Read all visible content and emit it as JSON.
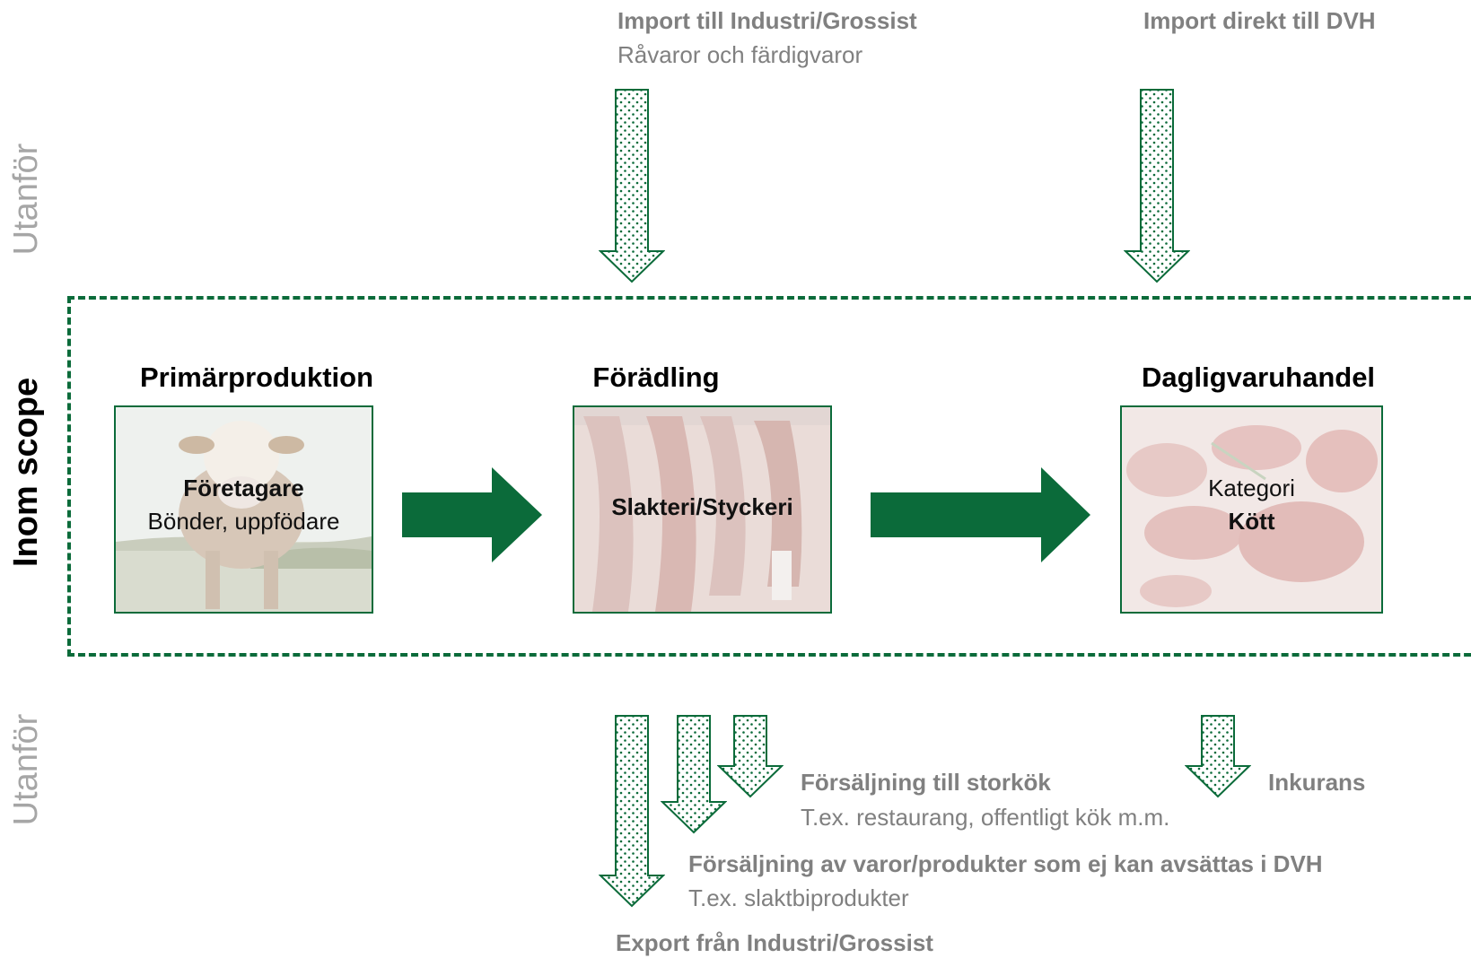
{
  "side_labels": {
    "top_outside": "Utanför",
    "in_scope": "Inom scope",
    "bottom_outside": "Utanför"
  },
  "imports": {
    "industry": {
      "title": "Import till Industri/Grossist",
      "subtitle": "Råvaror och färdigvaror"
    },
    "retail": {
      "title": "Import direkt till DVH"
    }
  },
  "stages": {
    "primary": {
      "title": "Primärproduktion",
      "line1": "Företagare",
      "line2": "Bönder, uppfödare"
    },
    "processing": {
      "title": "Förädling",
      "line1": "Slakteri/Styckeri"
    },
    "retail": {
      "title": "Dagligvaruhandel",
      "line1": "Kategori",
      "line2": "Kött"
    }
  },
  "outflows": {
    "catering": {
      "title": "Försäljning till storkök",
      "subtitle": "T.ex. restaurang, offentligt kök m.m."
    },
    "other_sales": {
      "title": "Försäljning av varor/produkter som ej kan avsättas i DVH",
      "subtitle": "T.ex. slaktbiprodukter"
    },
    "export": {
      "title": "Export från Industri/Grossist"
    },
    "waste": {
      "title": "Inkurans"
    }
  },
  "colors": {
    "green": "#0b6b3a",
    "gray_text": "#808080",
    "side_gray": "#a6a6a6"
  }
}
